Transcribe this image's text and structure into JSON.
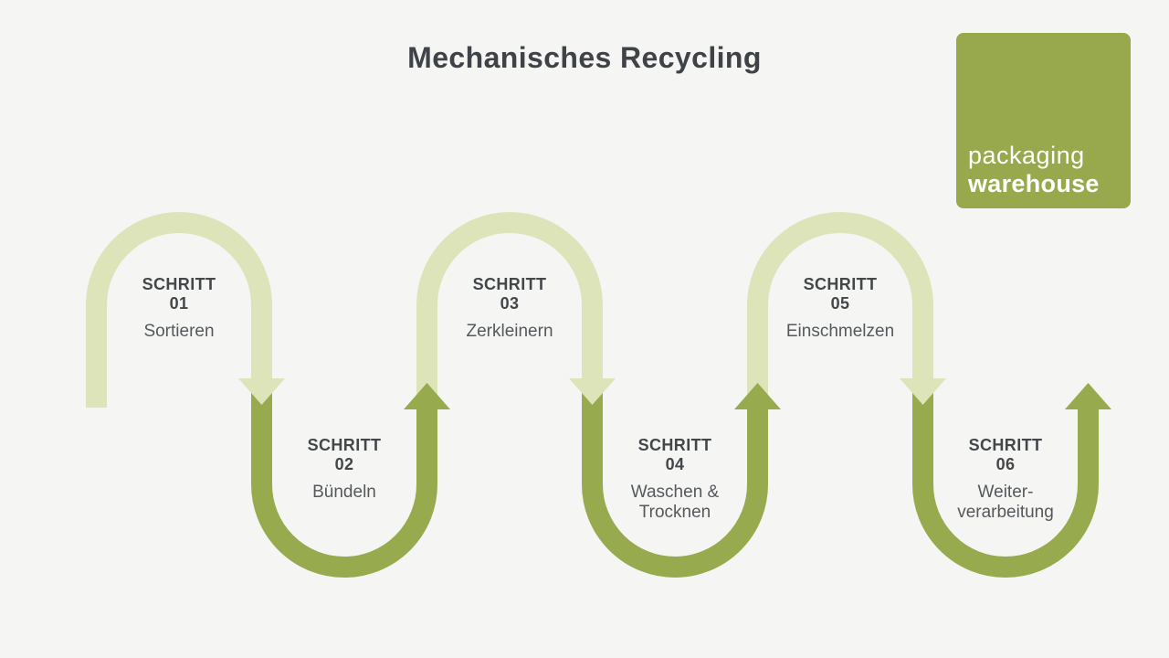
{
  "title": "Mechanisches Recycling",
  "logo": {
    "line1": "packaging",
    "line2": "warehouse"
  },
  "steps": [
    {
      "label": "SCHRITT",
      "number": "01",
      "name": "Sortieren"
    },
    {
      "label": "SCHRITT",
      "number": "02",
      "name": "Bündeln"
    },
    {
      "label": "SCHRITT",
      "number": "03",
      "name": "Zerkleinern"
    },
    {
      "label": "SCHRITT",
      "number": "04",
      "name": "Waschen &",
      "name2": "Trocknen"
    },
    {
      "label": "SCHRITT",
      "number": "05",
      "name": "Einschmelzen"
    },
    {
      "label": "SCHRITT",
      "number": "06",
      "name": "Weiter-",
      "name2": "verarbeitung"
    }
  ],
  "colors": {
    "light_green": "#dde4b9",
    "dark_green": "#97aa4d",
    "logo_green": "#97a94c",
    "background": "#f5f5f3",
    "heading_text": "#3f4347",
    "step_label_text": "#43474a",
    "step_name_text": "#55595c",
    "logo_text": "#ffffff"
  }
}
